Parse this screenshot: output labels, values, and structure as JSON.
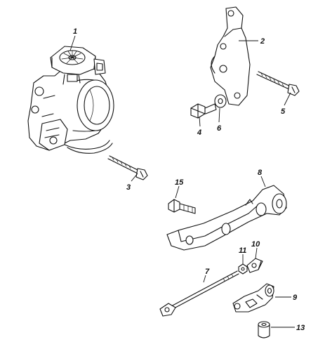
{
  "diagram": {
    "callouts": [
      {
        "id": "c1",
        "label": "1",
        "part": "throttle-body"
      },
      {
        "id": "c2",
        "label": "2",
        "part": "bracket"
      },
      {
        "id": "c3",
        "label": "3",
        "part": "long-bolt"
      },
      {
        "id": "c4",
        "label": "4",
        "part": "bolt"
      },
      {
        "id": "c5",
        "label": "5",
        "part": "bolt"
      },
      {
        "id": "c6",
        "label": "6",
        "part": "washer"
      },
      {
        "id": "c7",
        "label": "7",
        "part": "link-rod"
      },
      {
        "id": "c8",
        "label": "8",
        "part": "lever-arm"
      },
      {
        "id": "c9",
        "label": "9",
        "part": "lever"
      },
      {
        "id": "c10",
        "label": "10",
        "part": "rod-end"
      },
      {
        "id": "c11",
        "label": "11",
        "part": "nut"
      },
      {
        "id": "c13",
        "label": "13",
        "part": "collar"
      },
      {
        "id": "c15",
        "label": "15",
        "part": "bolt"
      }
    ]
  }
}
